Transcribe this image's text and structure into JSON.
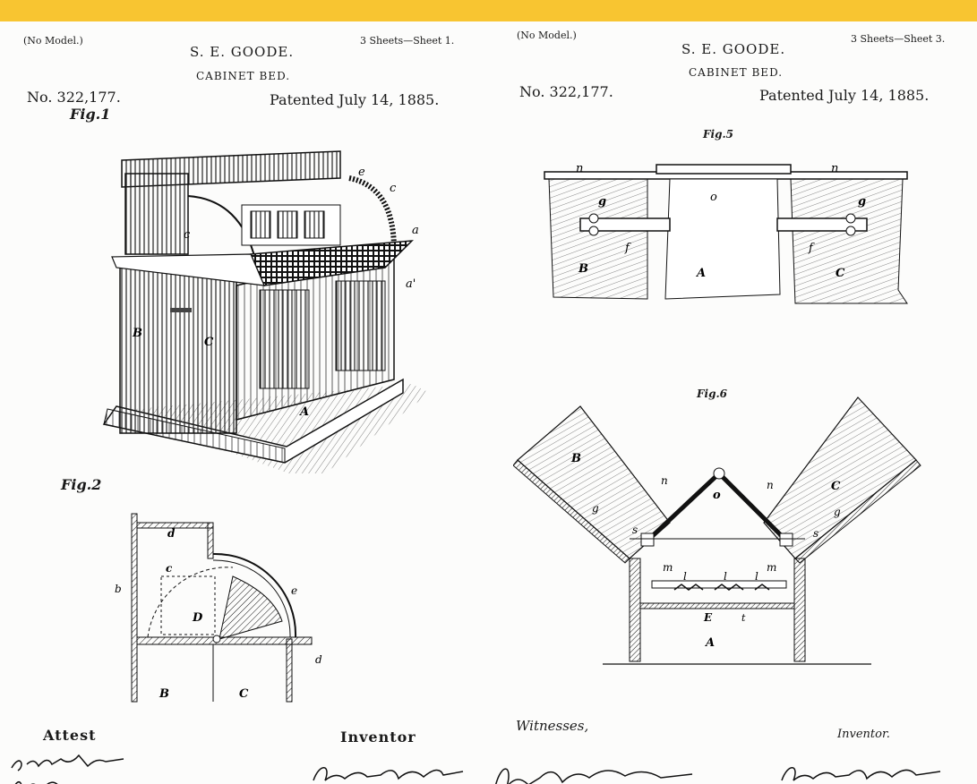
{
  "sheet1": {
    "no_model": "(No Model.)",
    "inventor_name": "S. E. GOODE.",
    "title": "CABINET BED.",
    "sheets": "3 Sheets—Sheet 1.",
    "patent_no": "No. 322,177.",
    "patented": "Patented July 14, 1885.",
    "fig1": "Fig.1",
    "fig2": "Fig.2",
    "attest": "Attest",
    "inventor_label": "Inventor",
    "refs": {
      "e": "e",
      "c": "c",
      "a": "a",
      "a1": "a'",
      "B": "B",
      "C": "C",
      "A": "A",
      "d": "d",
      "b": "b",
      "D": "D"
    }
  },
  "sheet3": {
    "no_model": "(No Model.)",
    "inventor_name": "S. E. GOODE.",
    "title": "CABINET BED.",
    "sheets": "3 Sheets—Sheet 3.",
    "patent_no": "No. 322,177.",
    "patented": "Patented July 14, 1885.",
    "fig5": "Fig.5",
    "fig6": "Fig.6",
    "witnesses": "Witnesses,",
    "inventor_label": "Inventor.",
    "refs": {
      "n": "n",
      "g": "g",
      "f": "f",
      "o": "o",
      "B": "B",
      "A": "A",
      "C": "C",
      "s": "s",
      "m": "m",
      "l": "l",
      "E": "E",
      "t": "t"
    }
  },
  "colors": {
    "topbar": "#f8c531",
    "ink": "#1a1a1a",
    "paper": "#fcfcfb"
  }
}
